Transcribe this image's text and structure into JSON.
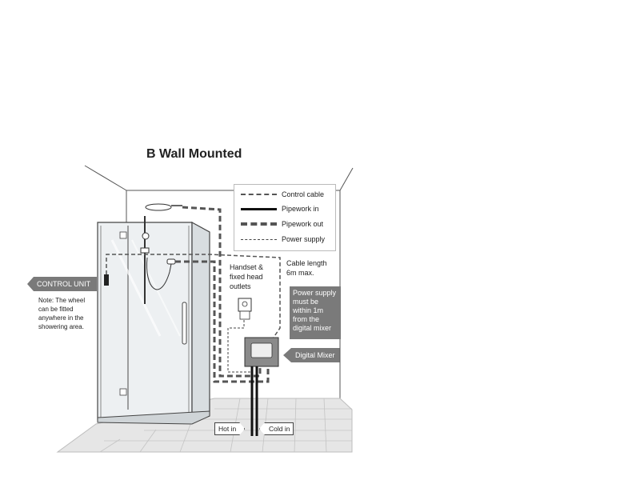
{
  "title": "B  Wall Mounted",
  "legend": [
    {
      "label": "Control cable",
      "style": "dashed-thin"
    },
    {
      "label": "Pipework in",
      "style": "solid-thick"
    },
    {
      "label": "Pipework out",
      "style": "dashed-thick"
    },
    {
      "label": "Power supply",
      "style": "dotted-thin"
    }
  ],
  "labels": {
    "control_unit": "CONTROL UNIT",
    "control_unit_note": "Note: The wheel can be fitted anywhere in the showering area.",
    "outlets": "Handset & fixed head outlets",
    "cable_length": "Cable length 6m max.",
    "power_note": "Power supply must be within 1m from the digital mixer",
    "digital_mixer": "Digital Mixer",
    "hot_in": "Hot in",
    "cold_in": "Cold in"
  },
  "colors": {
    "line": "#222222",
    "tag_bg": "#7a7a7a",
    "glass": "#e9ecee",
    "floor": "#e6e6e6",
    "tile_line": "#bdbdbd"
  }
}
